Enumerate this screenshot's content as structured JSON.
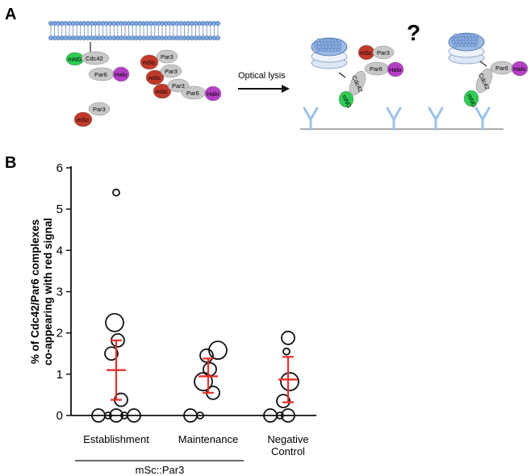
{
  "panelA": {
    "label": "A",
    "question": "?",
    "arrow_label": "Optical lysis",
    "proteins": {
      "mng": "mNG",
      "cdc42": "Cdc42",
      "par6": "Par6",
      "halo": "Halo",
      "msc": "mSc",
      "par3": "Par3"
    },
    "colors": {
      "mng": "#2ecc55",
      "msc": "#c0392b",
      "halo": "#b43fc4",
      "grey": "#c8c8c8",
      "antibody": "#9cc3ea",
      "membrane": "#4a7fc1"
    }
  },
  "panelB": {
    "label": "B",
    "group_label": "mSc::Par3"
  },
  "chart_data": {
    "type": "scatter",
    "ylabel": "% of Cdc42/Par6 complexes co-appearing with red signal",
    "ylabel_lines": [
      "% of Cdc42/Par6 complexes",
      "co-appearing with red signal"
    ],
    "ylim": [
      0,
      6
    ],
    "yticks": [
      0,
      1,
      2,
      3,
      4,
      5,
      6
    ],
    "categories": [
      "Establishment",
      "Maintenance",
      "Negative Control"
    ],
    "category_label_lines": [
      [
        "Establishment"
      ],
      [
        "Maintenance"
      ],
      [
        "Negative",
        "Control"
      ]
    ],
    "error_color": "#e8302c",
    "series": [
      {
        "category": "Establishment",
        "mean": 1.1,
        "err_low": 0.38,
        "err_high": 1.82,
        "points": [
          {
            "y": 5.4,
            "size": "small"
          },
          {
            "y": 2.25,
            "size": "large"
          },
          {
            "y": 1.82,
            "size": "medium"
          },
          {
            "y": 1.5,
            "size": "medium"
          },
          {
            "y": 0.38,
            "size": "medium"
          },
          {
            "y": 0.0,
            "size": "medium"
          },
          {
            "y": 0.0,
            "size": "small"
          },
          {
            "y": 0.0,
            "size": "medium"
          },
          {
            "y": 0.0,
            "size": "small"
          },
          {
            "y": 0.0,
            "size": "medium"
          }
        ]
      },
      {
        "category": "Maintenance",
        "mean": 0.95,
        "err_low": 0.55,
        "err_high": 1.38,
        "points": [
          {
            "y": 1.58,
            "size": "large"
          },
          {
            "y": 1.45,
            "size": "medium"
          },
          {
            "y": 1.12,
            "size": "medium"
          },
          {
            "y": 0.82,
            "size": "large"
          },
          {
            "y": 0.55,
            "size": "medium"
          },
          {
            "y": 0.0,
            "size": "medium"
          },
          {
            "y": 0.0,
            "size": "small"
          }
        ]
      },
      {
        "category": "Negative Control",
        "mean": 0.87,
        "err_low": 0.32,
        "err_high": 1.42,
        "points": [
          {
            "y": 1.88,
            "size": "medium"
          },
          {
            "y": 1.55,
            "size": "small"
          },
          {
            "y": 0.82,
            "size": "large"
          },
          {
            "y": 0.35,
            "size": "medium"
          },
          {
            "y": 0.0,
            "size": "medium"
          },
          {
            "y": 0.0,
            "size": "small"
          },
          {
            "y": 0.0,
            "size": "medium"
          }
        ]
      }
    ]
  }
}
